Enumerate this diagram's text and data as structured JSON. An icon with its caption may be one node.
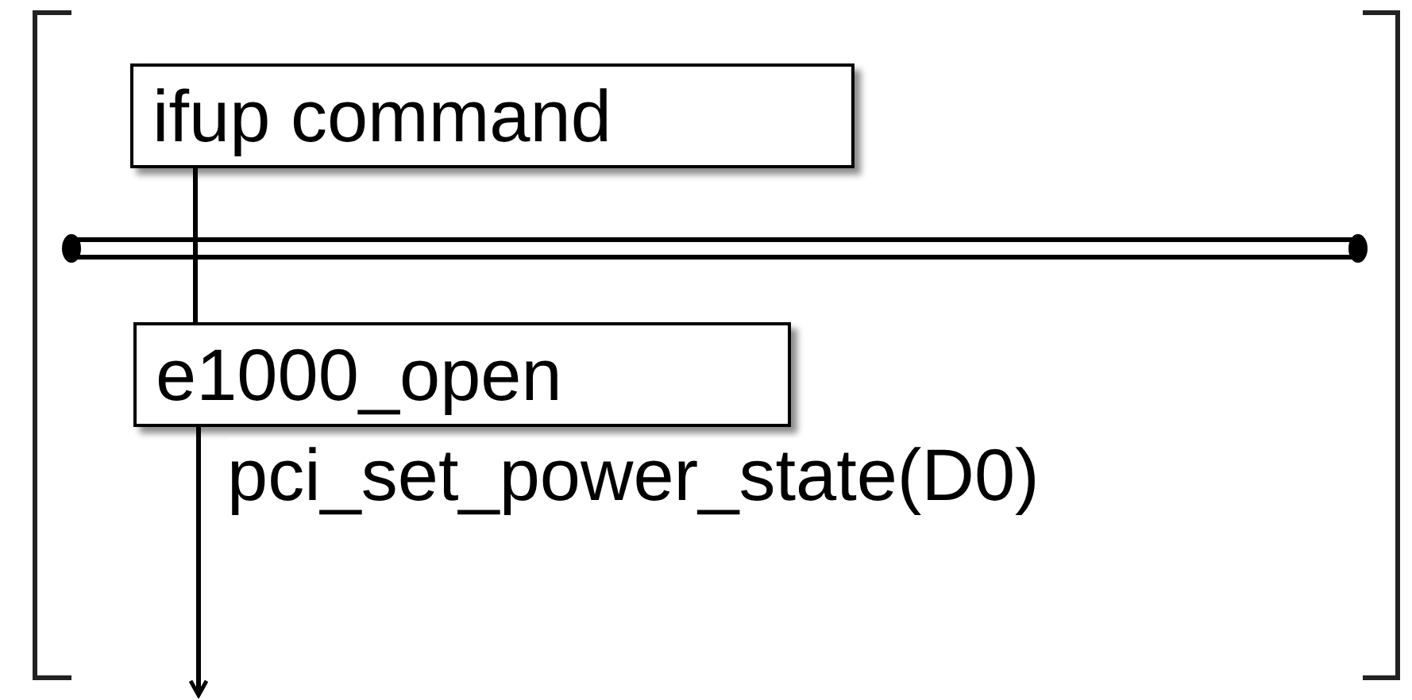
{
  "diagram": {
    "nodes": [
      {
        "text": [
          "ifup command"
        ]
      },
      {
        "text": [
          "e1000_open"
        ]
      }
    ],
    "edges": [
      {
        "from": 0,
        "to": 1,
        "arrow": "none"
      },
      {
        "from": 1,
        "to": null,
        "arrow": "to",
        "label": "pci_set_power_state(D0)"
      }
    ]
  }
}
